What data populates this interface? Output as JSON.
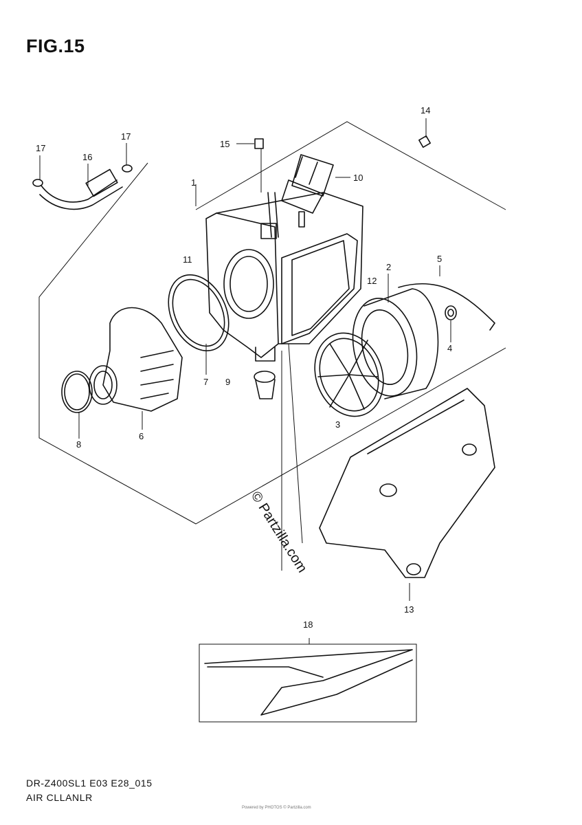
{
  "figure": {
    "title": "FIG.15",
    "model_code": "DR-Z400SL1 E03 E28_015",
    "section_name": "AIR CLLANLR",
    "watermark": "© Partzilla.com",
    "fine_print": "Powered by PHOTOS © Partzilla.com"
  },
  "callouts": [
    "1",
    "2",
    "3",
    "4",
    "5",
    "6",
    "7",
    "8",
    "9",
    "10",
    "11",
    "12",
    "13",
    "14",
    "15",
    "16",
    "17",
    "17",
    "18"
  ]
}
